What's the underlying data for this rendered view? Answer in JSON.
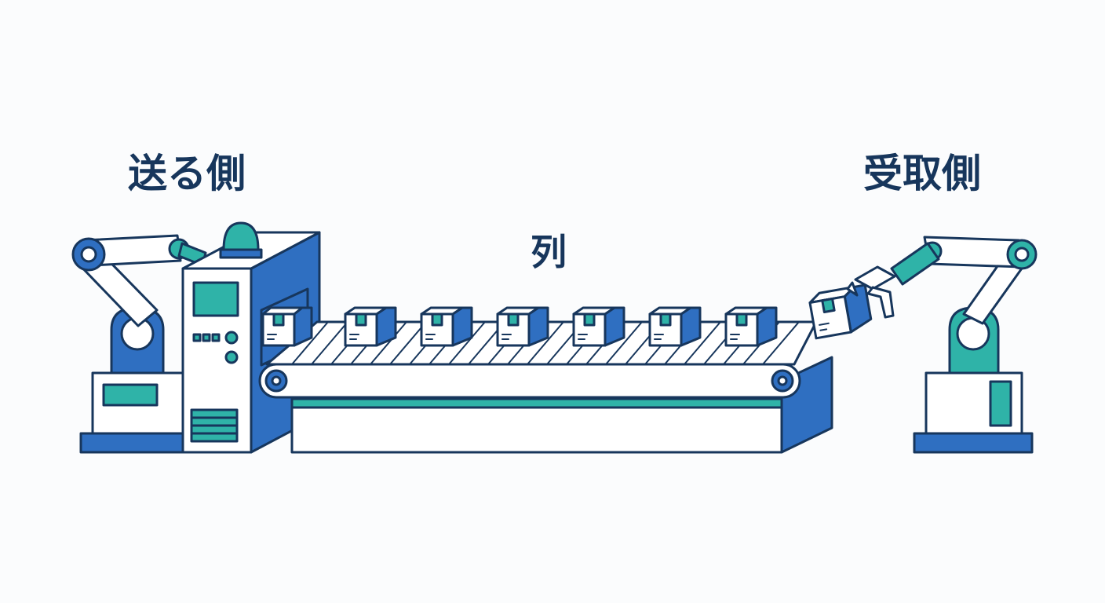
{
  "labels": {
    "sender": "送る側",
    "queue": "列",
    "receiver": "受取側"
  },
  "colors": {
    "outline": "#17365c",
    "blue": "#2f6fc1",
    "teal": "#2fb3a8",
    "background": "#fbfcfd"
  },
  "queue_items": 7
}
